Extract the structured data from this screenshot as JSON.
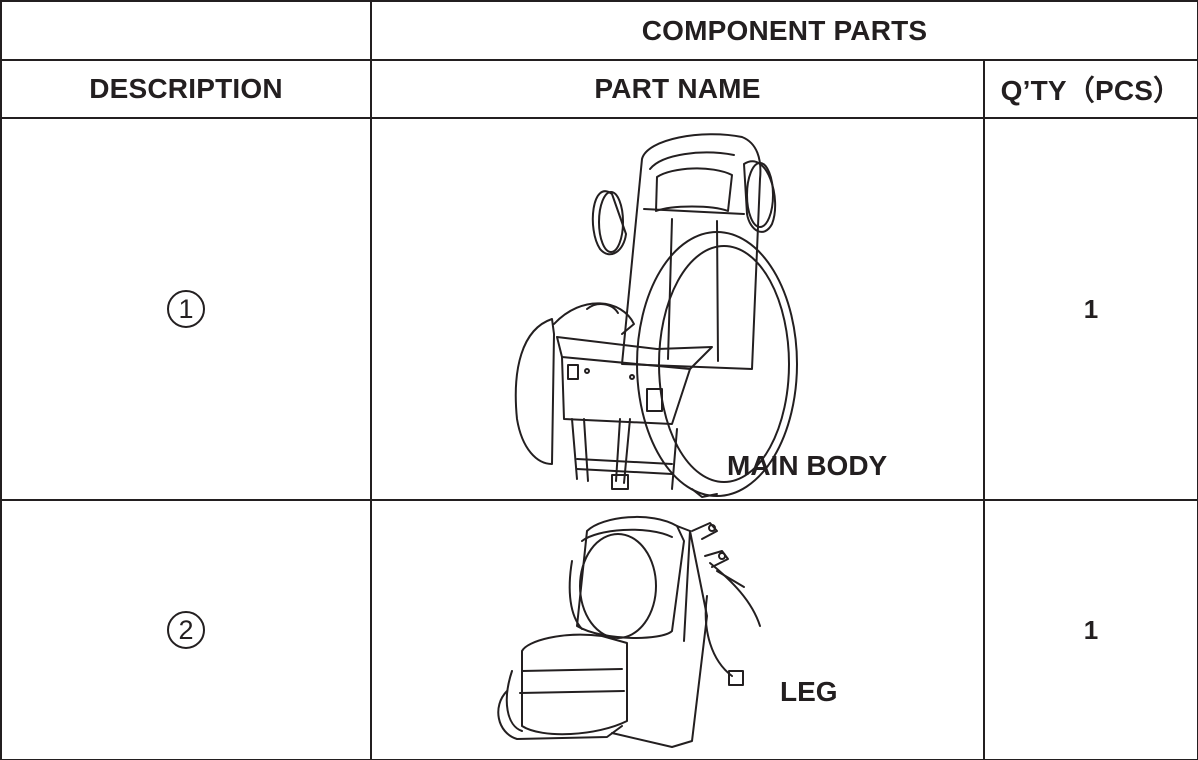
{
  "table": {
    "group_header": "COMPONENT PARTS",
    "columns": {
      "description": "DESCRIPTION",
      "part_name": "PART NAME",
      "quantity": "Q’TY（PCS）"
    },
    "rows": [
      {
        "description": "1",
        "part_label": "MAIN BODY",
        "quantity": "1",
        "illustration_icon": "massage-chair-main-body-icon"
      },
      {
        "description": "2",
        "part_label": "LEG",
        "quantity": "1",
        "illustration_icon": "leg-rest-icon"
      }
    ]
  },
  "colors": {
    "line": "#231f20",
    "background": "#ffffff"
  }
}
